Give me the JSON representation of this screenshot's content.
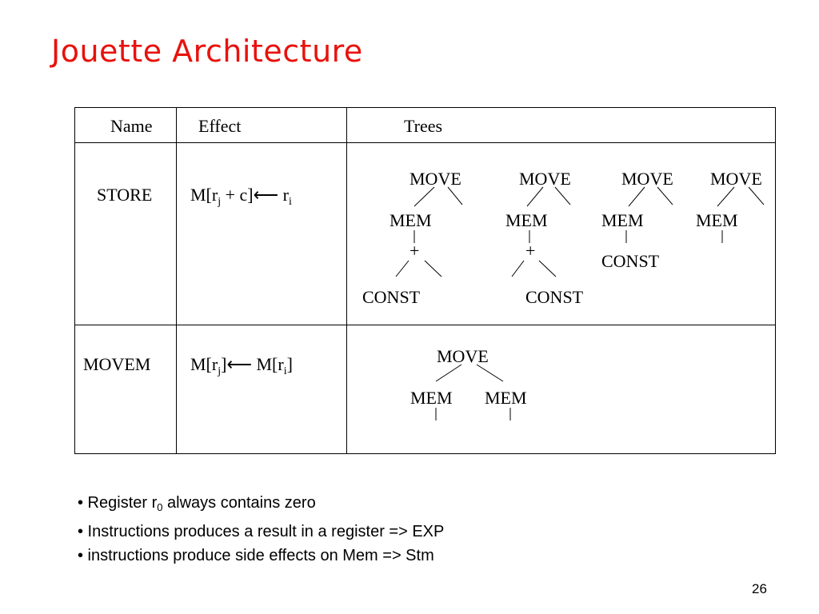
{
  "title": "Jouette Architecture",
  "table": {
    "headers": {
      "name": "Name",
      "effect": "Effect",
      "trees": "Trees"
    },
    "rows": [
      {
        "name": "STORE",
        "effect": {
          "m_open": "M[r",
          "sub_j": "j",
          "mid": " + c]",
          "arrow": "⟵",
          "r": "r",
          "sub_i": "i"
        },
        "trees": {
          "move": "MOVE",
          "mem": "MEM",
          "plus": "+",
          "const": "CONST"
        }
      },
      {
        "name": "MOVEM",
        "effect": {
          "m_open": "M[r",
          "sub_j": "j",
          "close": "]",
          "arrow": "⟵",
          "m2_open": "M[r",
          "sub_i": "i",
          "close2": "]"
        },
        "trees": {
          "move": "MOVE",
          "mem": "MEM"
        }
      }
    ]
  },
  "bullets": [
    {
      "pre": "• Register r",
      "sub": "0",
      "post": " always contains zero"
    },
    {
      "text": "• Instructions produces a result in a register => EXP"
    },
    {
      "text": "• instructions produce side effects on Mem  => Stm"
    }
  ],
  "page_number": "26"
}
